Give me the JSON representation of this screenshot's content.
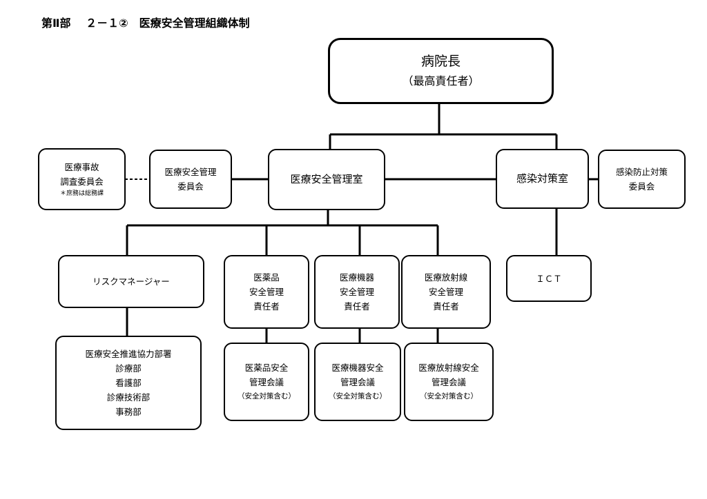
{
  "title": "第Ⅱ部　 ２－１②　医療安全管理組織体制",
  "nodes": {
    "director": {
      "line1": "病院長",
      "line2": "（最高責任者）"
    },
    "safety_office": {
      "line1": "医療安全管理室"
    },
    "safety_committee": {
      "line1": "医療安全管理",
      "line2": "委員会"
    },
    "accident_committee": {
      "line1": "医療事故",
      "line2": "調査委員会",
      "note": "＊庶務は総務課"
    },
    "infection_office": {
      "line1": "感染対策室"
    },
    "infection_committee": {
      "line1": "感染防止対策",
      "line2": "委員会"
    },
    "ict": {
      "line1": "ＩＣＴ"
    },
    "risk_manager": {
      "line1": "リスクマネージャー"
    },
    "cooperating_depts": {
      "line1": "医療安全推進協力部署",
      "line2": "診療部",
      "line3": "看護部",
      "line4": "診療技術部",
      "line5": "事務部"
    },
    "drug_manager": {
      "line1": "医薬品",
      "line2": "安全管理",
      "line3": "責任者"
    },
    "device_manager": {
      "line1": "医療機器",
      "line2": "安全管理",
      "line3": "責任者"
    },
    "radiation_manager": {
      "line1": "医療放射線",
      "line2": "安全管理",
      "line3": "責任者"
    },
    "drug_meeting": {
      "line1": "医薬品安全",
      "line2": "管理会議",
      "line3": "（安全対策含む）"
    },
    "device_meeting": {
      "line1": "医療機器安全",
      "line2": "管理会議",
      "line3": "（安全対策含む）"
    },
    "radiation_meeting": {
      "line1": "医療放射線安全",
      "line2": "管理会議",
      "line3": "（安全対策含む）"
    }
  }
}
